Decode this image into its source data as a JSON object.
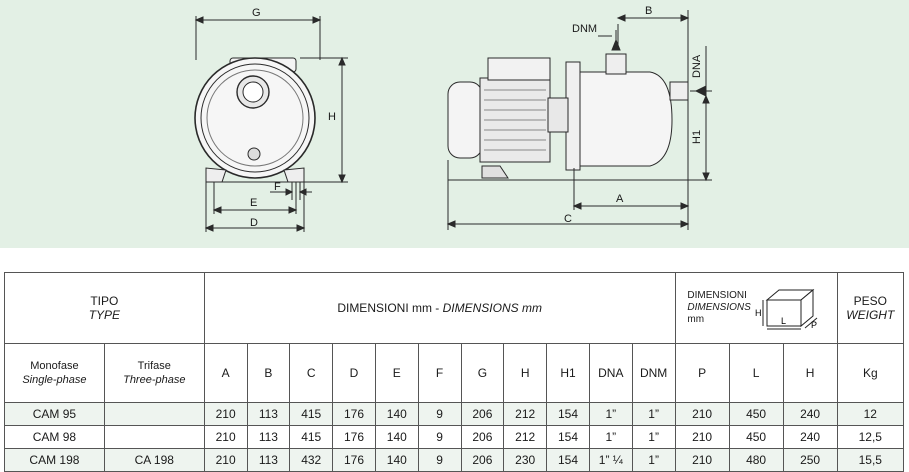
{
  "drawing": {
    "front_labels": {
      "G": "G",
      "H": "H",
      "F": "F",
      "E": "E",
      "D": "D"
    },
    "side_labels": {
      "B": "B",
      "DNM": "DNM",
      "DNA": "DNA",
      "H1": "H1",
      "A": "A",
      "C": "C"
    }
  },
  "table": {
    "tipo": "TIPO",
    "type": "TYPE",
    "dimensioni_title": "DIMENSIONI mm - ",
    "dimensions_title": "DIMENSIONS mm",
    "box_title1": "DIMENSIONI",
    "box_title2": "DIMENSIONS",
    "box_title3": "mm",
    "box_icon_labels": {
      "H": "H",
      "L": "L",
      "P": "P"
    },
    "peso": "PESO",
    "weight": "WEIGHT",
    "monofase": "Monofase",
    "single_phase": "Single-phase",
    "trifase": "Trifase",
    "three_phase": "Three-phase",
    "columns": [
      "A",
      "B",
      "C",
      "D",
      "E",
      "F",
      "G",
      "H",
      "H1",
      "DNA",
      "DNM",
      "P",
      "L",
      "H",
      "Kg"
    ],
    "rows": [
      {
        "mono": "CAM 95",
        "tri": "",
        "values": [
          "210",
          "113",
          "415",
          "176",
          "140",
          "9",
          "206",
          "212",
          "154",
          "1”",
          "1”",
          "210",
          "450",
          "240",
          "12"
        ]
      },
      {
        "mono": "CAM 98",
        "tri": "",
        "values": [
          "210",
          "113",
          "415",
          "176",
          "140",
          "9",
          "206",
          "212",
          "154",
          "1”",
          "1”",
          "210",
          "450",
          "240",
          "12,5"
        ]
      },
      {
        "mono": "CAM 198",
        "tri": "CA 198",
        "values": [
          "210",
          "113",
          "432",
          "176",
          "140",
          "9",
          "206",
          "230",
          "154",
          "1” ¼",
          "1”",
          "210",
          "480",
          "250",
          "15,5"
        ]
      }
    ]
  }
}
